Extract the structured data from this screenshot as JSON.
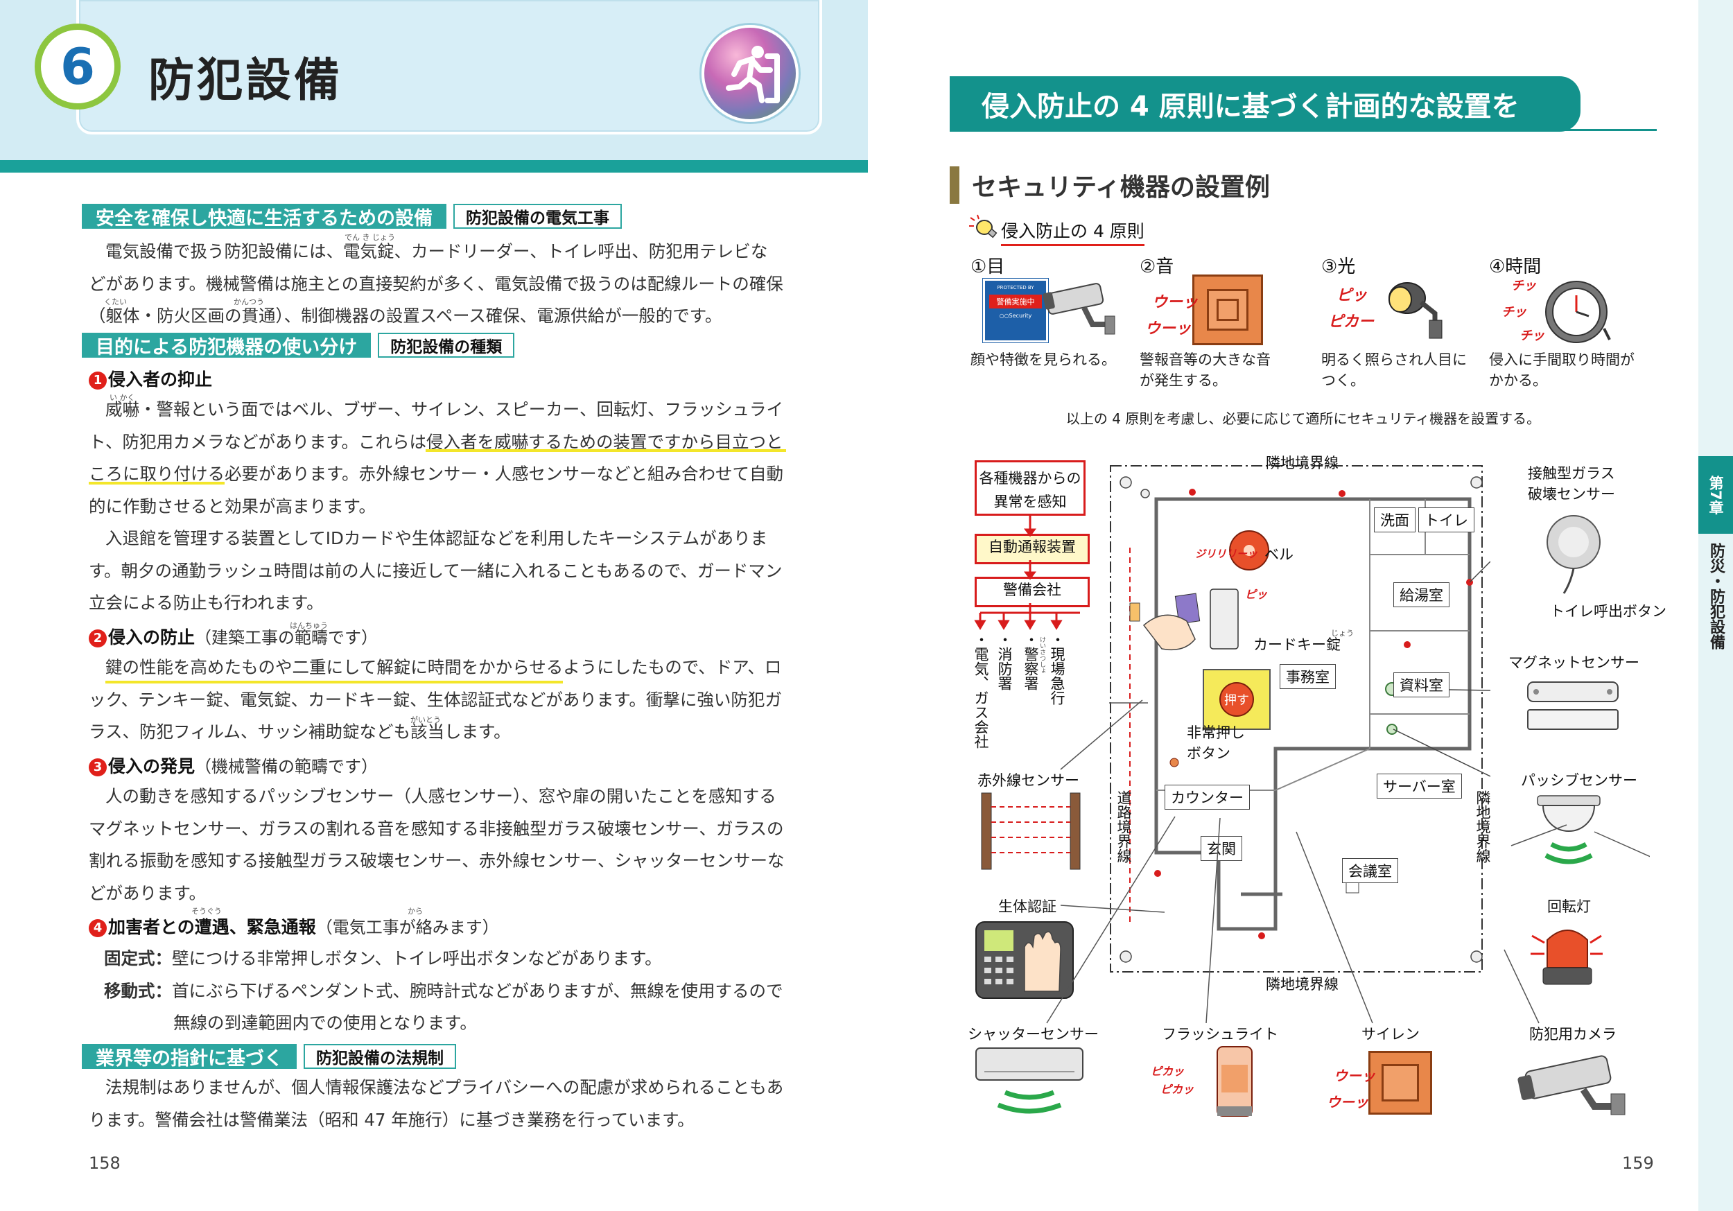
{
  "left_page": {
    "chapter_number": "6",
    "chapter_title": "防犯設備",
    "sections": [
      {
        "label": "安全を確保し快適に生活するための設備",
        "tag": "防犯設備の電気工事"
      },
      {
        "label": "目的による防犯機器の使い分け",
        "tag": "防犯設備の種類"
      },
      {
        "label": "業界等の指針に基づく",
        "tag": "防犯設備の法規制"
      }
    ],
    "intro_lines": [
      "電気設備で扱う防犯設備には、電気錠、カードリーダー、トイレ呼出、防犯用テレビな",
      "どがあります。機械警備は施主との直接契約が多く、電気設備で扱うのは配線ルートの確保",
      "（躯体・防火区画の貫通）、制御機器の設置スペース確保、電源供給が一般的です。"
    ],
    "ruby": {
      "denki_jou": "でん き じょう",
      "kutai": "くたい",
      "kantsuu": "かんつう",
      "ikaku": "い かく",
      "hanchuu": "はんちゅう",
      "gaitou": "がいとう",
      "souguu": "そうぐう",
      "kara": "から"
    },
    "items": [
      {
        "num": "1",
        "title": "侵入者の抑止",
        "sub": ""
      },
      {
        "num": "2",
        "title": "侵入の防止",
        "sub": "（建築工事の範疇です）"
      },
      {
        "num": "3",
        "title": "侵入の発見",
        "sub": "（機械警備の範疇です）"
      },
      {
        "num": "4",
        "title": "加害者との遭遇、緊急通報",
        "sub": "（電気工事が絡みます）"
      }
    ],
    "item1_lines": [
      "威嚇・警報という面ではベル、ブザー、サイレン、スピーカー、回転灯、フラッシュライ",
      "ト、防犯用カメラなどがあります。これらは侵入者を威嚇するための装置ですから目立つと",
      "ころに取り付ける必要があります。赤外線センサー・人感センサーなどと組み合わせて自動",
      "的に作動させると効果が高まります。",
      "入退館を管理する装置としてIDカードや生体認証などを利用したキーシステムがありま",
      "す。朝夕の通勤ラッシュ時間は前の人に接近して一緒に入れることもあるので、ガードマン",
      "立会による防止も行われます。"
    ],
    "item2_lines": [
      "鍵の性能を高めたものや二重にして解錠に時間をかからせるようにしたもので、ドア、ロ",
      "ック、テンキー錠、電気錠、カードキー錠、生体認証式などがあります。衝撃に強い防犯ガ",
      "ラス、防犯フィルム、サッシ補助錠なども該当します。"
    ],
    "item3_lines": [
      "人の動きを感知するパッシブセンサー（人感センサー）、窓や扉の開いたことを感知する",
      "マグネットセンサー、ガラスの割れる音を感知する非接触型ガラス破壊センサー、ガラスの",
      "割れる振動を感知する接触型ガラス破壊センサー、赤外線センサー、シャッターセンサーな",
      "どがあります。"
    ],
    "item4_rows": [
      {
        "term": "固定式：",
        "text": "壁につける非常押しボタン、トイレ呼出ボタンなどがあります。"
      },
      {
        "term": "移動式：",
        "text": "首にぶら下げるペンダント式、腕時計式などがありますが、無線を使用するので"
      },
      {
        "term": "",
        "text": "無線の到達範囲内での使用となります。"
      }
    ],
    "law_lines": [
      "法規制はありませんが、個人情報保護法などプライバシーへの配慮が求められることもあ",
      "ります。警備会社は警備業法（昭和 47 年施行）に基づき業務を行っています。"
    ],
    "page_number": "158"
  },
  "right_page": {
    "banner": "侵入防止の 4 原則に基づく計画的な設置を",
    "section_title": "セキュリティ機器の設置例",
    "principles_heading": "侵入防止の 4 原則",
    "principles": [
      {
        "label": "①目",
        "caption": [
          "顔や特徴を見られる。"
        ],
        "sfx": []
      },
      {
        "label": "②音",
        "caption": [
          "警報音等の大きな音",
          "が発生する。"
        ],
        "sfx": [
          "ウーッ",
          "ウーッ"
        ]
      },
      {
        "label": "③光",
        "caption": [
          "明るく照らされ人目に",
          "つく。"
        ],
        "sfx": [
          "ピッ",
          "ピカー"
        ]
      },
      {
        "label": "④時間",
        "caption": [
          "侵入に手間取り時間が",
          "かかる。"
        ],
        "sfx": [
          "チッ",
          "チッ",
          "チッ"
        ]
      }
    ],
    "sign_text": [
      "PROTECTED BY",
      "警備実施中",
      "○○Security"
    ],
    "note": "以上の 4 原則を考慮し、必要に応じて適所にセキュリティ機器を設置する。",
    "flow": {
      "box1": [
        "各種機器からの",
        "異常を感知"
      ],
      "box2": "自動通報装置",
      "box3": "警備会社",
      "dest": [
        "・電気、ガス会社",
        "・消防署",
        "・警察署",
        "・現場急行"
      ],
      "ruby_keisatsu": "けいさつしょ"
    },
    "plan": {
      "boundary_top": "隣地境界線",
      "boundary_bottom": "隣地境界線",
      "boundary_left": "道路境界線",
      "boundary_right": "隣地境界線",
      "rooms": [
        "洗面",
        "トイレ",
        "給湯室",
        "事務室",
        "資料室",
        "サーバー室",
        "カウンター",
        "玄関",
        "会議室"
      ],
      "labels": {
        "bell": "ベル",
        "bell_sfx": "ジリリリーッ",
        "pi": "ピッ",
        "card_key": "カードキー錠",
        "card_key_ruby": "じょう",
        "panic": [
          "非常押し",
          "ボタン"
        ],
        "push": "押す"
      }
    },
    "devices": {
      "contact_glass": [
        "接触型ガラス",
        "破壊センサー"
      ],
      "toilet_call": "トイレ呼出ボタン",
      "magnet": "マグネットセンサー",
      "passive": "パッシブセンサー",
      "infrared": "赤外線センサー",
      "bio": "生体認証",
      "rotating": "回転灯",
      "shutter": "シャッターセンサー",
      "flash": "フラッシュライト",
      "siren": "サイレン",
      "camera": "防犯用カメラ",
      "flash_sfx": [
        "ピカッ",
        "ピカッ"
      ],
      "siren_sfx": [
        "ウーッ",
        "ウーッ"
      ]
    },
    "side_tab": {
      "chapter": "第7章",
      "title": "防災・防犯設備"
    },
    "page_number": "159"
  },
  "colors": {
    "teal": "#13928c",
    "green_ring": "#8dc63f",
    "red": "#d81c1c",
    "highlight": "#f3e62a"
  }
}
